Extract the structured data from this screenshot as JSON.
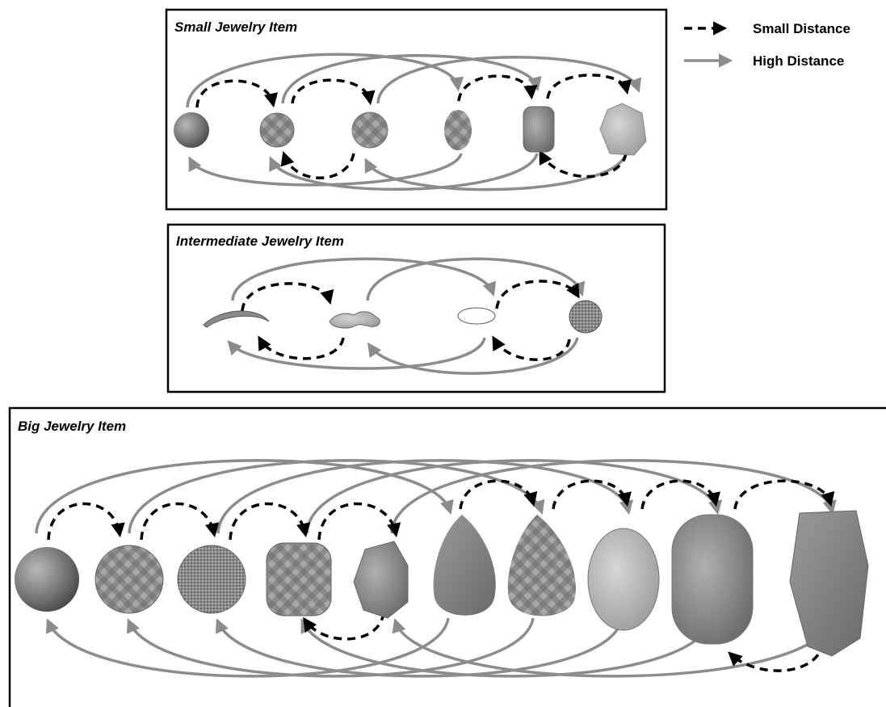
{
  "legend": {
    "small": "Small Distance",
    "high": "High Distance"
  },
  "colors": {
    "small_arrow": "#000000",
    "high_arrow": "#8c8c8c"
  },
  "panels": [
    {
      "key": "small",
      "title": "Small Jewelry Item",
      "items": [
        "sphere",
        "faceted-sphere",
        "faceted-cube",
        "faceted-oval",
        "faceted-barrel",
        "rough-crystal"
      ]
    },
    {
      "key": "intermediate",
      "title": "Intermediate Jewelry Item",
      "items": [
        "curved-wire",
        "wavy-bead",
        "flat-disc",
        "textured-ball"
      ]
    },
    {
      "key": "big",
      "title": "Big Jewelry Item",
      "items": [
        "sphere",
        "faceted-sphere",
        "faceted-round",
        "faceted-cube",
        "faceted-nugget",
        "smooth-drop",
        "faceted-drop",
        "carved-oval",
        "cushion-slab",
        "rough-slab"
      ]
    }
  ]
}
